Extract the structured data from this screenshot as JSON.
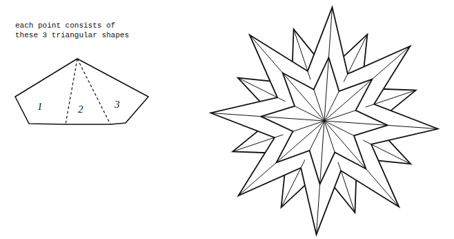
{
  "diagram": {
    "labels": [
      "each point consists of these 3 triangular shapes",
      "1",
      "2",
      "3"
    ]
  }
}
